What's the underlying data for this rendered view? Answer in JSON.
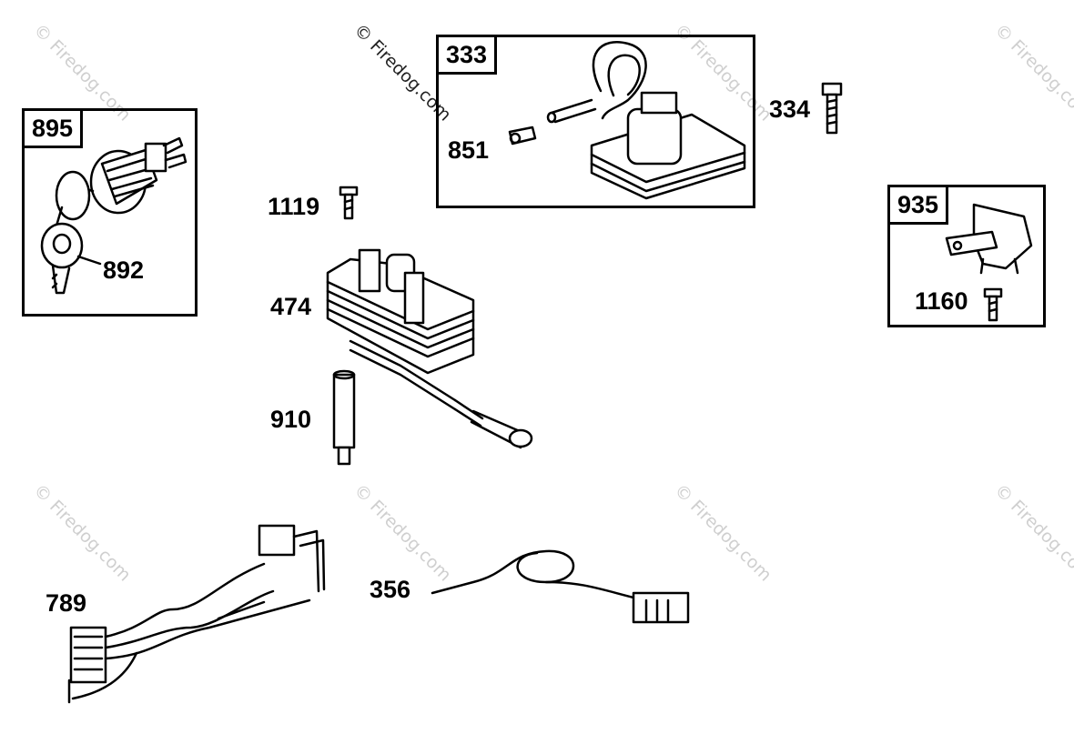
{
  "watermark": "© Firedog.com",
  "parts": {
    "p895": "895",
    "p892": "892",
    "p333": "333",
    "p851": "851",
    "p334": "334",
    "p1119": "1119",
    "p474": "474",
    "p910": "910",
    "p935": "935",
    "p1160": "1160",
    "p789": "789",
    "p356": "356"
  }
}
